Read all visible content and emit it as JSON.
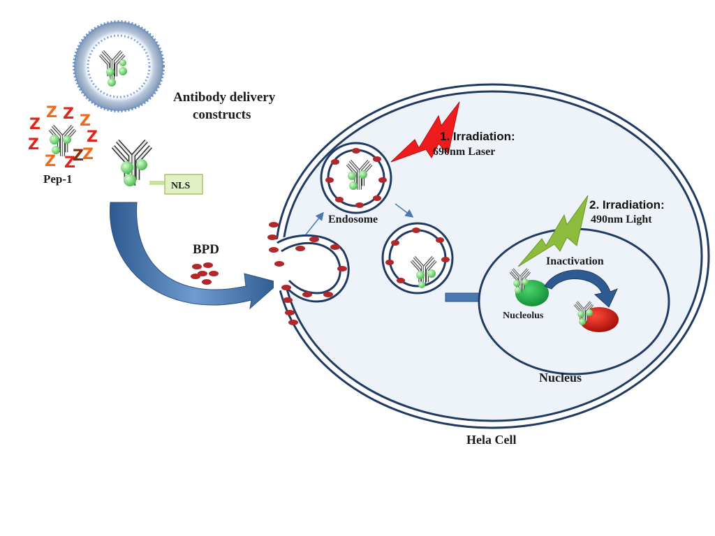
{
  "labels": {
    "constructs_line1": "Antibody delivery",
    "constructs_line2": "constructs",
    "pep1": "Pep-1",
    "nls": "NLS",
    "bpd": "BPD",
    "endosome": "Endosome",
    "irr1_line1": "1. Irradiation:",
    "irr1_line2": "690nm Laser",
    "irr2_line1": "2. Irradiation:",
    "irr2_line2": "490nm Light",
    "inactivation": "Inactivation",
    "nucleolus": "Nucleolus",
    "nucleus": "Nucleus",
    "cell": "Hela Cell"
  },
  "colors": {
    "membrane": "#1f3b63",
    "cytoplasm": "#eef3f9",
    "bpd_dot": "#b3262a",
    "arrow_blue": "#4a78b0",
    "laser_red": "#ee1c1c",
    "light_green": "#8dbb3b",
    "nucleolus_green": "#1faa4a",
    "inactivated_red": "#c0140f",
    "antibody_bead": "#8ee08a",
    "liposome_blue": "#6fa1dc",
    "nls_box": "#e2f0c6"
  },
  "icons": [
    "antibody-icon",
    "liposome-icon",
    "pep1-peptide-icon",
    "lightning-bolt-icon",
    "curved-arrow-icon"
  ]
}
